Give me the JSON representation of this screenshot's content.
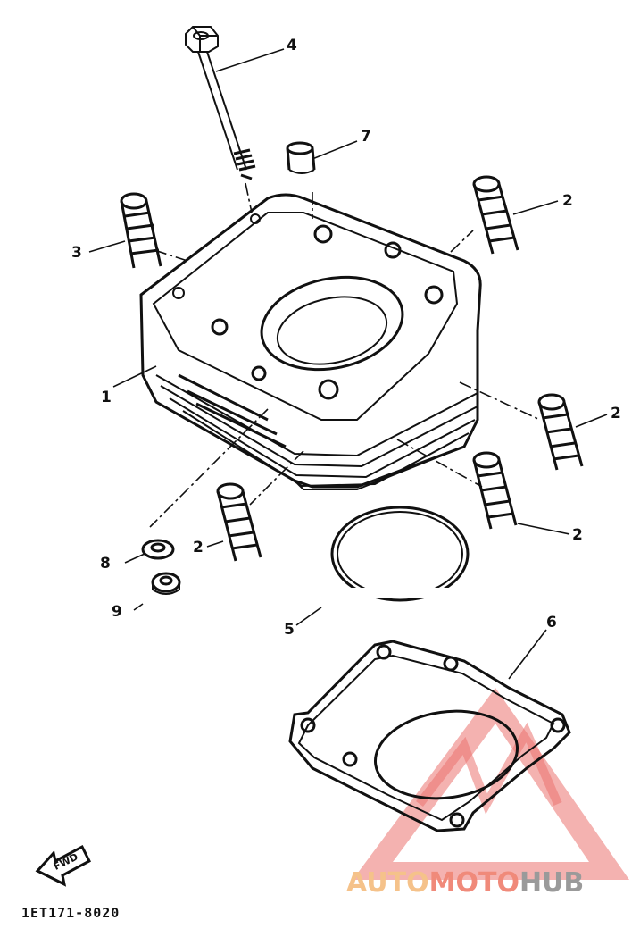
{
  "callouts": [
    {
      "id": "1",
      "text": "1"
    },
    {
      "id": "2a",
      "text": "2"
    },
    {
      "id": "2b",
      "text": "2"
    },
    {
      "id": "2c",
      "text": "2"
    },
    {
      "id": "2d",
      "text": "2"
    },
    {
      "id": "3",
      "text": "3"
    },
    {
      "id": "4",
      "text": "4"
    },
    {
      "id": "5",
      "text": "5"
    },
    {
      "id": "6",
      "text": "6"
    },
    {
      "id": "7",
      "text": "7"
    },
    {
      "id": "8",
      "text": "8"
    },
    {
      "id": "9",
      "text": "9"
    }
  ],
  "fwd_label": "FWD",
  "diagram_code": "1ET171-8020",
  "watermark": {
    "part1": "AUTO",
    "part2": "MOTO",
    "part3": "HUB",
    "colors": {
      "auto": "#f5c28a",
      "moto": "#f08a7a",
      "hub": "#9a9a9a",
      "triangle": "#e85a55"
    }
  }
}
